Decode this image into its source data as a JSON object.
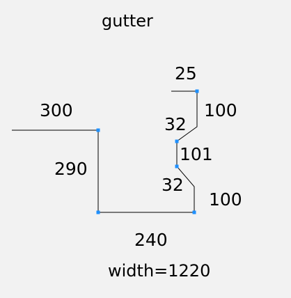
{
  "diagram": {
    "title": "gutter",
    "footer": "width=1220",
    "dimensions": {
      "top_flange": "25",
      "upper_right_height": "100",
      "upper_bend": "32",
      "middle_height": "101",
      "lower_bend": "32",
      "lower_right_height": "100",
      "bottom_width": "240",
      "left_height": "290",
      "left_flange": "300"
    },
    "colors": {
      "background": "#f2f2f2",
      "line": "#000000",
      "node": "#1e90ff"
    }
  }
}
